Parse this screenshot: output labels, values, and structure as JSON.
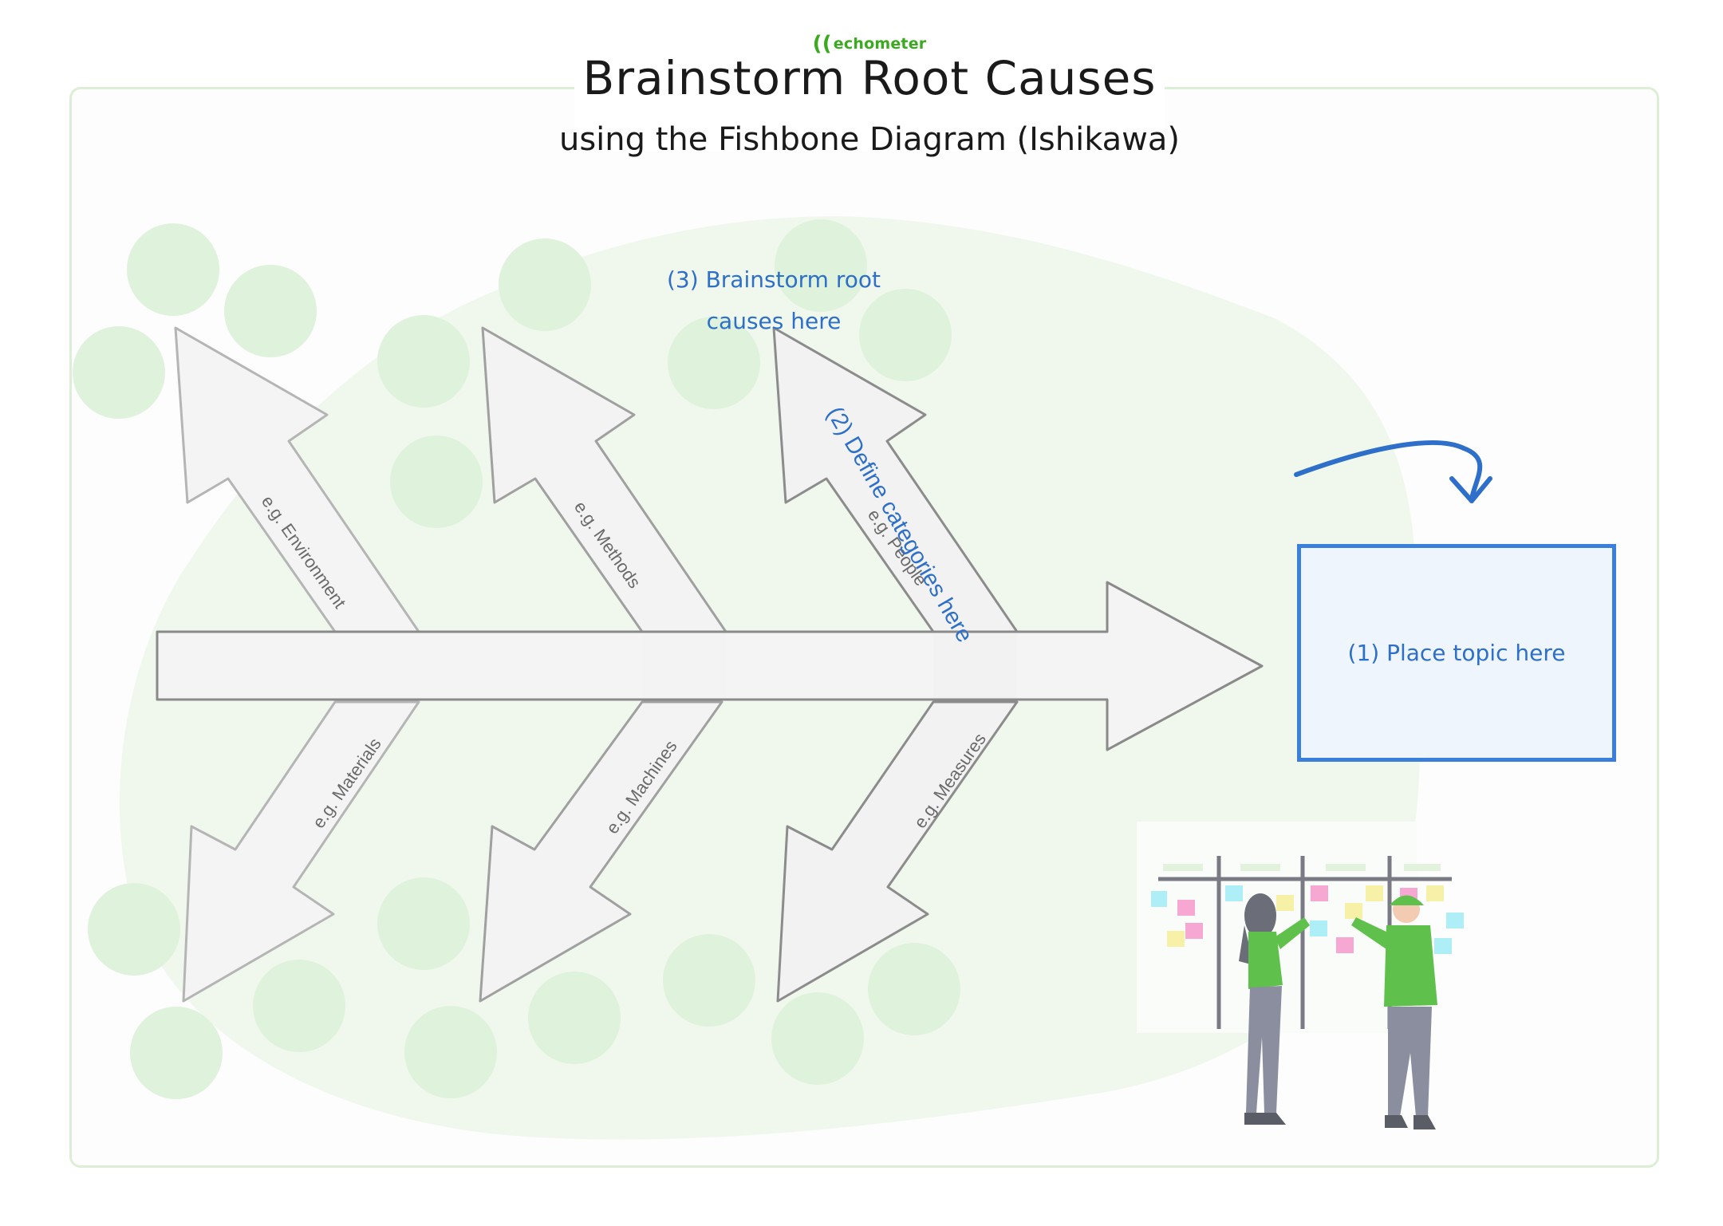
{
  "header": {
    "logo": "echometer",
    "title": "Brainstorm Root Causes",
    "subtitle": "using the Fishbone Diagram (Ishikawa)"
  },
  "instructions": {
    "topic": "(1) Place topic here",
    "categories": "(2) Define categories here",
    "root_causes_line1": "(3) Brainstorm root",
    "root_causes_line2": "causes here"
  },
  "categories": {
    "top": [
      "e.g. Environment",
      "e.g. Methods",
      "e.g. People"
    ],
    "bottom": [
      "e.g. Materials",
      "e.g. Machines",
      "e.g. Measures"
    ]
  },
  "colors": {
    "accent_blue": "#2d6fc9",
    "box_border": "#3a7fdc",
    "bubble_green": "#dff2db",
    "blob_green": "#f0f8ee",
    "logo_green": "#3aaa1e",
    "arrow_stroke": "#8a8a8a",
    "arrow_fill": "#f3f3f3"
  },
  "illustration": "two-people-at-sticky-note-board"
}
